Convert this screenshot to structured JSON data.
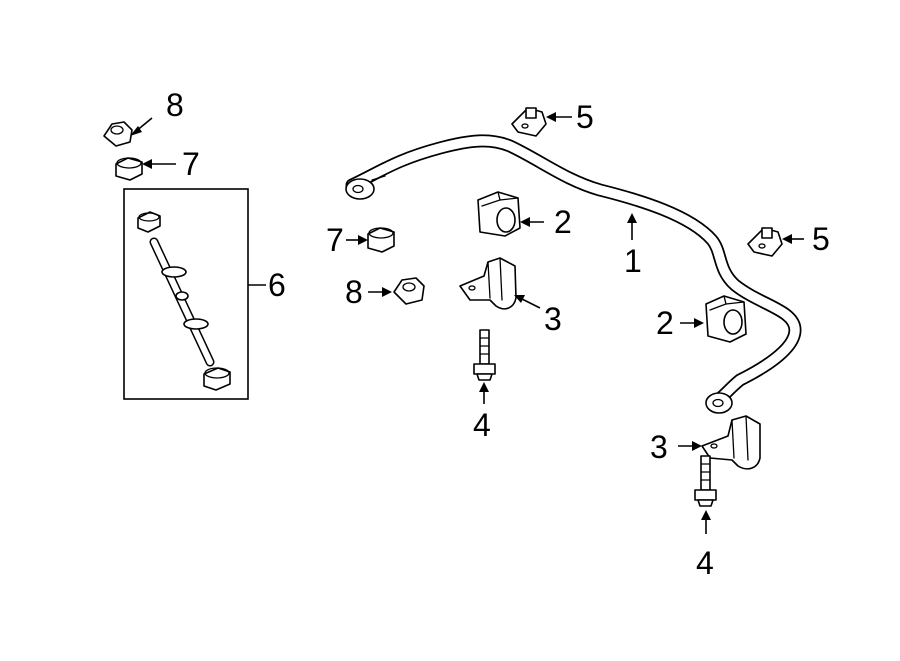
{
  "diagram": {
    "callouts": {
      "c1": "1",
      "c2a": "2",
      "c2b": "2",
      "c3a": "3",
      "c3b": "3",
      "c4a": "4",
      "c4b": "4",
      "c5a": "5",
      "c5b": "5",
      "c6": "6",
      "c7a": "7",
      "c7b": "7",
      "c8a": "8",
      "c8b": "8"
    },
    "parts": [
      "stabilizer-bar",
      "bushing",
      "bracket",
      "bolt",
      "nut",
      "link-kit",
      "insulator",
      "link-nut"
    ]
  }
}
